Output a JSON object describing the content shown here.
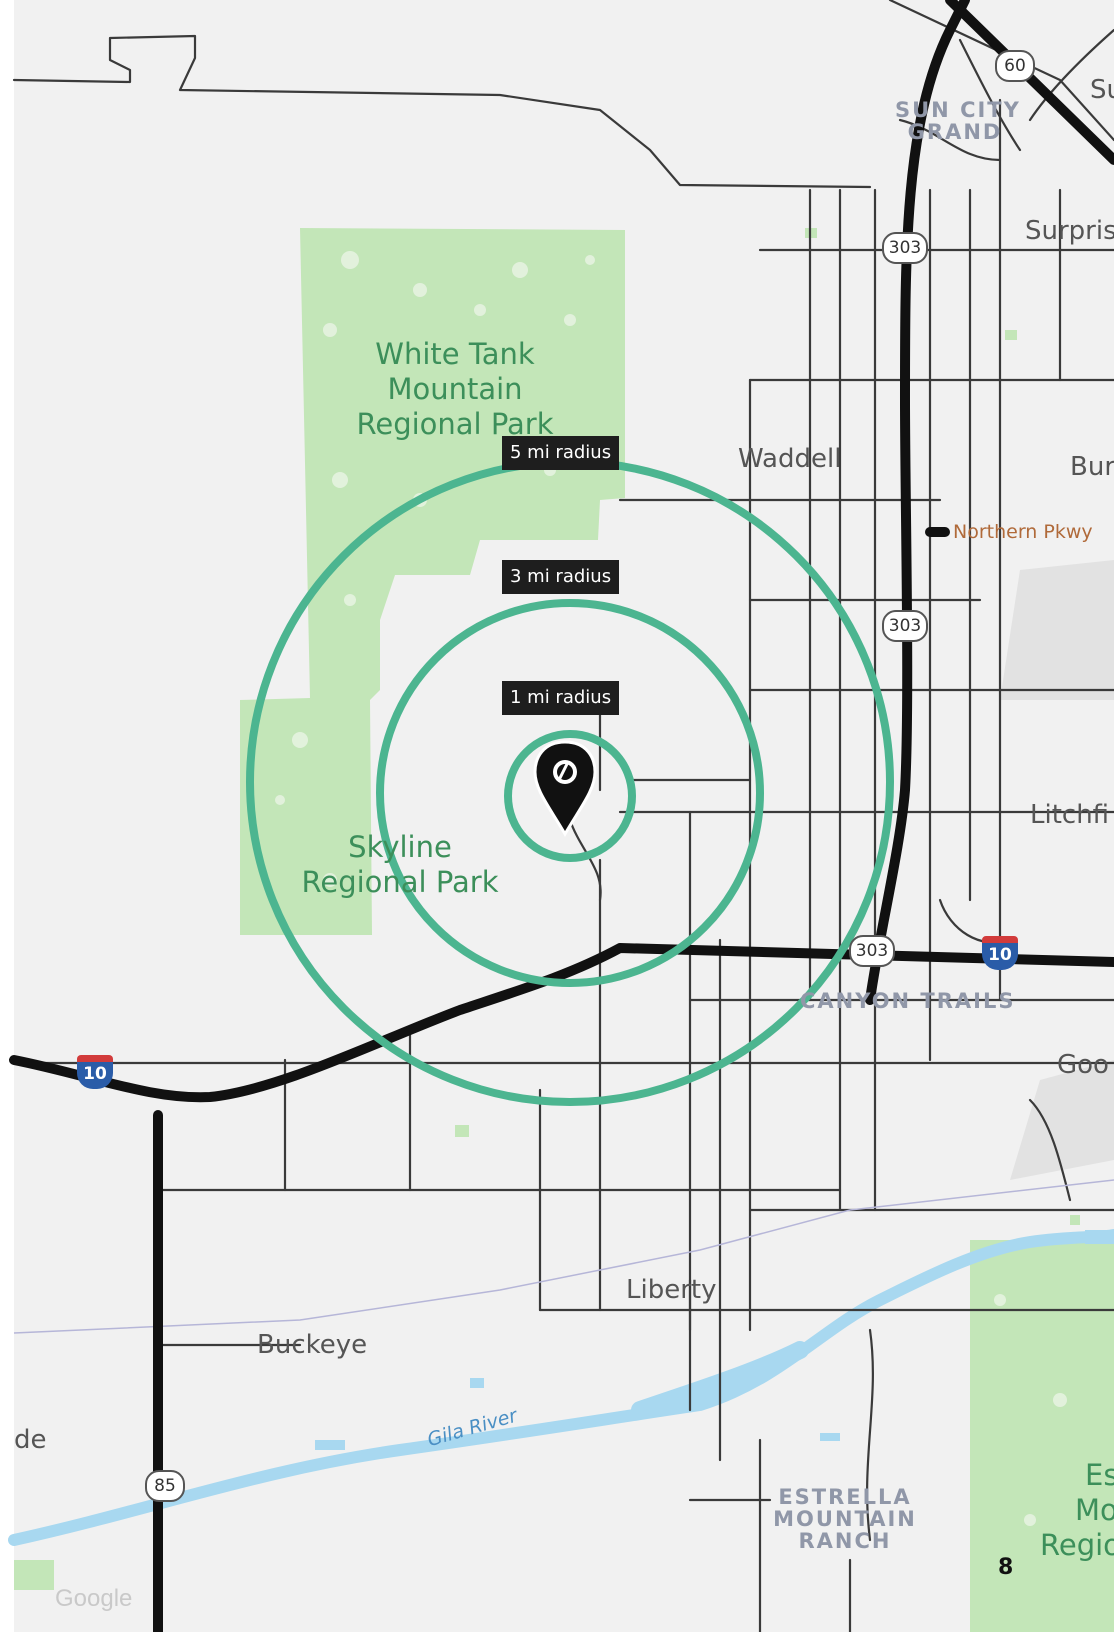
{
  "map": {
    "accent_color": "#4cb590",
    "road_color": "#222222",
    "park_color": "#c3e6b8",
    "water_color": "#a8d8f0",
    "background_color": "#f1f1f1"
  },
  "radius_labels": {
    "five": "5 mi radius",
    "three": "3 mi radius",
    "one": "1 mi radius"
  },
  "marker": {
    "icon": "location-pin-icon"
  },
  "places": {
    "white_tank_1": "White Tank",
    "white_tank_2": "Mountain",
    "white_tank_3": "Regional Park",
    "skyline_1": "Skyline",
    "skyline_2": "Regional Park",
    "estrella_park_1": "Es",
    "estrella_park_2": "Mo",
    "estrella_park_3": "Regio"
  },
  "towns": {
    "waddell": "Waddell",
    "surprise": "Surpris",
    "litchfield": "Litchfi",
    "goodyear": "Goo",
    "liberty": "Liberty",
    "buckeye": "Buckeye",
    "bur": "Bur",
    "su": "Su",
    "left_edge": "de"
  },
  "districts": {
    "sun_city_1": "SUN CITY",
    "sun_city_2": "GRAND",
    "canyon_trails": "CANYON TRAILS",
    "estrella_1": "ESTRELLA",
    "estrella_2": "MOUNTAIN",
    "estrella_3": "RANCH"
  },
  "roads": {
    "northern_pkwy": "Northern Pkwy",
    "gila_river": "Gila River",
    "sr303": "303",
    "us60": "60",
    "sr85": "85",
    "i10": "10"
  },
  "page": {
    "number": "8"
  },
  "attribution": {
    "google": "Google"
  }
}
